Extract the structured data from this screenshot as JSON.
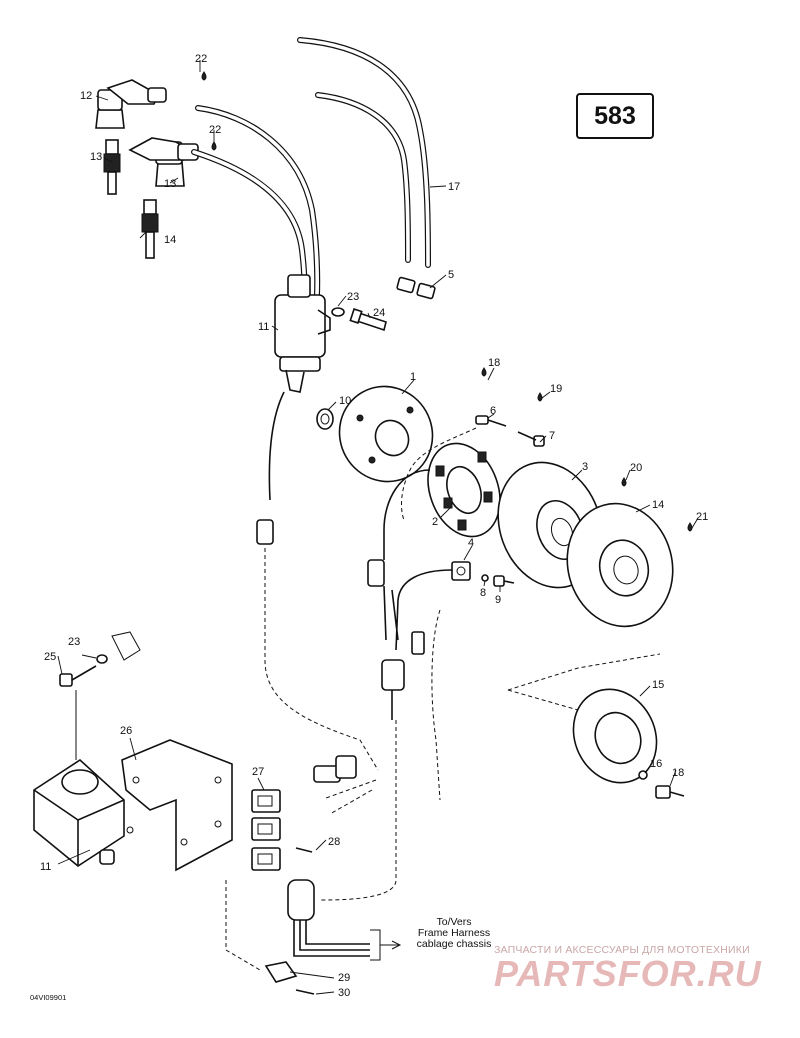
{
  "page_number": "583",
  "reference_code": "04VI09901",
  "destination": {
    "line1": "To/Vers",
    "line2": "Frame Harness",
    "line3": "cablage chassis"
  },
  "watermark": {
    "tagline": "ЗАПЧАСТИ И АКСЕССУАРЫ ДЛЯ МОТОТЕХНИКИ",
    "logo": "PARTSFOR.RU"
  },
  "callouts": [
    "1",
    "2",
    "3",
    "4",
    "5",
    "6",
    "7",
    "8",
    "9",
    "10",
    "11",
    "12",
    "13",
    "13",
    "14",
    "14",
    "15",
    "16",
    "17",
    "18",
    "19",
    "20",
    "20",
    "21",
    "21",
    "22",
    "22",
    "23",
    "23",
    "24",
    "25",
    "26",
    "27",
    "28",
    "29",
    "30"
  ],
  "colors": {
    "line": "#111111",
    "watermark": "#e6b8b8"
  }
}
